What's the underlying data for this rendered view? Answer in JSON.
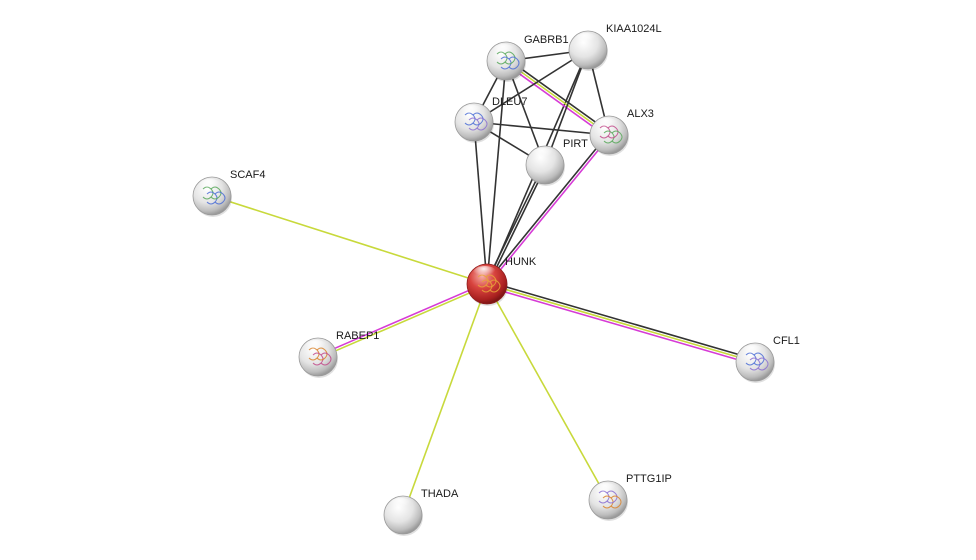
{
  "network": {
    "query_node": "HUNK",
    "nodes": [
      {
        "id": "HUNK",
        "label": "HUNK",
        "color": "#d83a3a",
        "query": true,
        "has_structure": true
      },
      {
        "id": "GABRB1",
        "label": "GABRB1",
        "color": "#e6e6e6",
        "query": false,
        "has_structure": true
      },
      {
        "id": "KIAA1024L",
        "label": "KIAA1024L",
        "color": "#e6e6e6",
        "query": false,
        "has_structure": false
      },
      {
        "id": "DLEU7",
        "label": "DLEU7",
        "color": "#e6e6e6",
        "query": false,
        "has_structure": true
      },
      {
        "id": "ALX3",
        "label": "ALX3",
        "color": "#e6e6e6",
        "query": false,
        "has_structure": true
      },
      {
        "id": "PIRT",
        "label": "PIRT",
        "color": "#e6e6e6",
        "query": false,
        "has_structure": false
      },
      {
        "id": "SCAF4",
        "label": "SCAF4",
        "color": "#e6e6e6",
        "query": false,
        "has_structure": true
      },
      {
        "id": "RABEP1",
        "label": "RABEP1",
        "color": "#e6e6e6",
        "query": false,
        "has_structure": true
      },
      {
        "id": "CFL1",
        "label": "CFL1",
        "color": "#e6e6e6",
        "query": false,
        "has_structure": true
      },
      {
        "id": "THADA",
        "label": "THADA",
        "color": "#e6e6e6",
        "query": false,
        "has_structure": false
      },
      {
        "id": "PTTG1IP",
        "label": "PTTG1IP",
        "color": "#e6e6e6",
        "query": false,
        "has_structure": true
      }
    ],
    "edges": [
      {
        "source": "HUNK",
        "target": "SCAF4",
        "evidence": [
          "textmining"
        ]
      },
      {
        "source": "HUNK",
        "target": "RABEP1",
        "evidence": [
          "textmining",
          "experiments"
        ]
      },
      {
        "source": "HUNK",
        "target": "CFL1",
        "evidence": [
          "coexpression",
          "textmining",
          "experiments"
        ]
      },
      {
        "source": "HUNK",
        "target": "THADA",
        "evidence": [
          "textmining"
        ]
      },
      {
        "source": "HUNK",
        "target": "PTTG1IP",
        "evidence": [
          "textmining"
        ]
      },
      {
        "source": "HUNK",
        "target": "ALX3",
        "evidence": [
          "coexpression",
          "experiments"
        ]
      },
      {
        "source": "HUNK",
        "target": "PIRT",
        "evidence": [
          "coexpression",
          "coexpression"
        ]
      },
      {
        "source": "HUNK",
        "target": "DLEU7",
        "evidence": [
          "coexpression"
        ]
      },
      {
        "source": "HUNK",
        "target": "GABRB1",
        "evidence": [
          "coexpression"
        ]
      },
      {
        "source": "HUNK",
        "target": "KIAA1024L",
        "evidence": [
          "coexpression"
        ]
      },
      {
        "source": "GABRB1",
        "target": "KIAA1024L",
        "evidence": [
          "coexpression"
        ]
      },
      {
        "source": "GABRB1",
        "target": "DLEU7",
        "evidence": [
          "coexpression"
        ]
      },
      {
        "source": "GABRB1",
        "target": "ALX3",
        "evidence": [
          "coexpression",
          "textmining",
          "experiments"
        ]
      },
      {
        "source": "GABRB1",
        "target": "PIRT",
        "evidence": [
          "coexpression"
        ]
      },
      {
        "source": "KIAA1024L",
        "target": "DLEU7",
        "evidence": [
          "coexpression"
        ]
      },
      {
        "source": "KIAA1024L",
        "target": "ALX3",
        "evidence": [
          "coexpression"
        ]
      },
      {
        "source": "KIAA1024L",
        "target": "PIRT",
        "evidence": [
          "coexpression"
        ]
      },
      {
        "source": "DLEU7",
        "target": "ALX3",
        "evidence": [
          "coexpression"
        ]
      },
      {
        "source": "DLEU7",
        "target": "PIRT",
        "evidence": [
          "coexpression"
        ]
      }
    ],
    "evidence_colors": {
      "coexpression": "#333333",
      "textmining": "#c8d93b",
      "experiments": "#d63bd6"
    }
  }
}
